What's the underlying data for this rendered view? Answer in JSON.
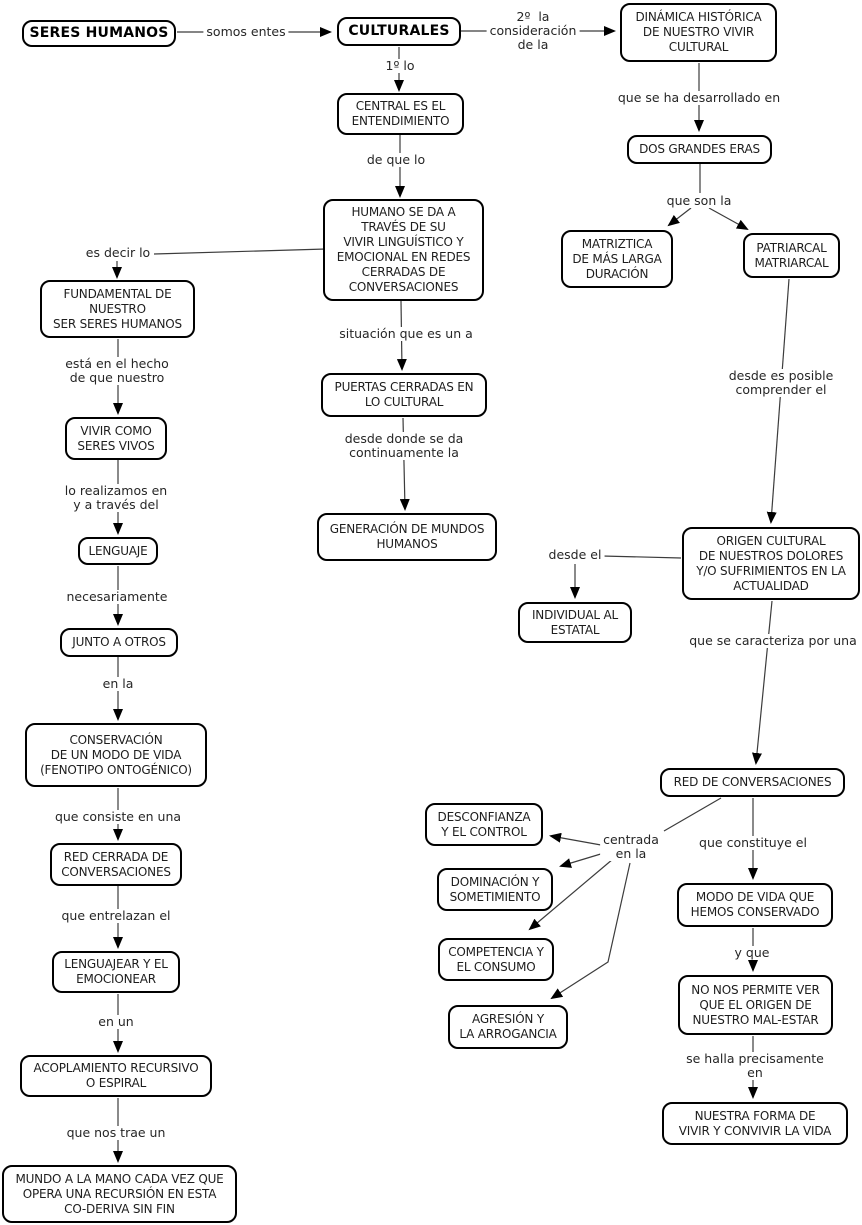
{
  "diagram": {
    "colors": {
      "background": "#ffffff",
      "node_border": "#000000",
      "node_fill": "#ffffff",
      "text": "#1d1d1d",
      "line": "#3c3c3c"
    },
    "nodes": {
      "seres_humanos": {
        "label": "SERES HUMANOS"
      },
      "culturales": {
        "label": "CULTURALES"
      },
      "central": {
        "label": "CENTRAL ES EL\nENTENDIMIENTO"
      },
      "humano": {
        "label": "HUMANO SE DA A\nTRAVÉS DE SU\nVIVIR LINGUÍSTICO Y\nEMOCIONAL EN REDES\nCERRADAS DE\nCONVERSACIONES"
      },
      "puertas": {
        "label": "PUERTAS CERRADAS EN\nLO CULTURAL"
      },
      "generacion": {
        "label": "GENERACIÓN DE MUNDOS\nHUMANOS"
      },
      "fundamental": {
        "label": "FUNDAMENTAL DE\nNUESTRO\nSER SERES HUMANOS"
      },
      "vivir_como": {
        "label": "VIVIR COMO\nSERES VIVOS"
      },
      "lenguaje": {
        "label": "LENGUAJE"
      },
      "junto_a_otros": {
        "label": "JUNTO A OTROS"
      },
      "conservacion": {
        "label": "CONSERVACIÓN\nDE UN MODO DE VIDA\n(FENOTIPO ONTOGÉNICO)"
      },
      "red_cerrada": {
        "label": "RED CERRADA DE\nCONVERSACIONES"
      },
      "lenguajear": {
        "label": "LENGUAJEAR Y EL\nEMOCIONEAR"
      },
      "acoplamiento": {
        "label": "ACOPLAMIENTO RECURSIVO\nO ESPIRAL"
      },
      "mundo_a_la_mano": {
        "label": "MUNDO A LA MANO CADA VEZ QUE\nOPERA UNA RECURSIÓN EN ESTA\nCO-DERIVA SIN FIN"
      },
      "dinamica": {
        "label": "DINÁMICA HISTÓRICA\nDE NUESTRO VIVIR\nCULTURAL"
      },
      "dos_grandes_eras": {
        "label": "DOS GRANDES ERAS"
      },
      "matriztica": {
        "label": "MATRIZTICA\nDE MÁS LARGA\nDURACIÓN"
      },
      "patriarcal": {
        "label": "PATRIARCAL\nMATRIARCAL"
      },
      "origen_cultural": {
        "label": "ORIGEN CULTURAL\nDE NUESTROS DOLORES\nY/O SUFRIMIENTOS EN LA\nACTUALIDAD"
      },
      "individual": {
        "label": "INDIVIDUAL AL\nESTATAL"
      },
      "red_de_conversaciones": {
        "label": "RED DE CONVERSACIONES"
      },
      "modo_de_vida": {
        "label": "MODO DE VIDA QUE\nHEMOS CONSERVADO"
      },
      "no_nos_permite": {
        "label": "NO NOS PERMITE VER\nQUE EL ORIGEN DE\nNUESTRO MAL-ESTAR"
      },
      "nuestra_forma": {
        "label": "NUESTRA FORMA DE\nVIVIR Y CONVIVIR LA VIDA"
      },
      "desconfianza": {
        "label": "DESCONFIANZA\nY EL CONTROL"
      },
      "dominacion": {
        "label": "DOMINACIÓN Y\nSOMETIMIENTO"
      },
      "competencia": {
        "label": "COMPETENCIA Y\nEL CONSUMO"
      },
      "agresion": {
        "label": "AGRESIÓN Y\nLA ARROGANCIA"
      }
    },
    "edge_labels": {
      "somos_entes": {
        "text": "somos entes"
      },
      "segunda_consideracion": {
        "text": "2º  la\nconsideración\nde la"
      },
      "primero_lo": {
        "text": "1º lo"
      },
      "de_que_lo": {
        "text": "de que lo"
      },
      "que_se_ha_desarrollado": {
        "text": "que se ha desarrollado en"
      },
      "que_son_la": {
        "text": "que son la"
      },
      "desde_es_posible": {
        "text": "desde es posible\ncomprender el"
      },
      "es_decir_lo": {
        "text": "es decir lo"
      },
      "esta_en_el_hecho": {
        "text": "está en el hecho\nde que nuestro"
      },
      "lo_realizamos": {
        "text": "lo realizamos en\ny a través del"
      },
      "necesariamente": {
        "text": "necesariamente"
      },
      "en_la": {
        "text": "en la"
      },
      "que_consiste": {
        "text": "que consiste en una"
      },
      "que_entrelazan": {
        "text": "que entrelazan el"
      },
      "en_un": {
        "text": "en un"
      },
      "que_nos_trae": {
        "text": "que nos trae un"
      },
      "situacion": {
        "text": "situación que es un a"
      },
      "desde_donde": {
        "text": "desde donde se da\ncontinuamente la"
      },
      "desde_el": {
        "text": "desde el"
      },
      "que_se_caracteriza": {
        "text": "que se caracteriza por una"
      },
      "que_constituye": {
        "text": "que constituye el"
      },
      "centrada_en_la": {
        "text": "centrada\nen la"
      },
      "y_que": {
        "text": "y que"
      },
      "se_halla": {
        "text": "se halla precisamente\nen"
      }
    }
  }
}
